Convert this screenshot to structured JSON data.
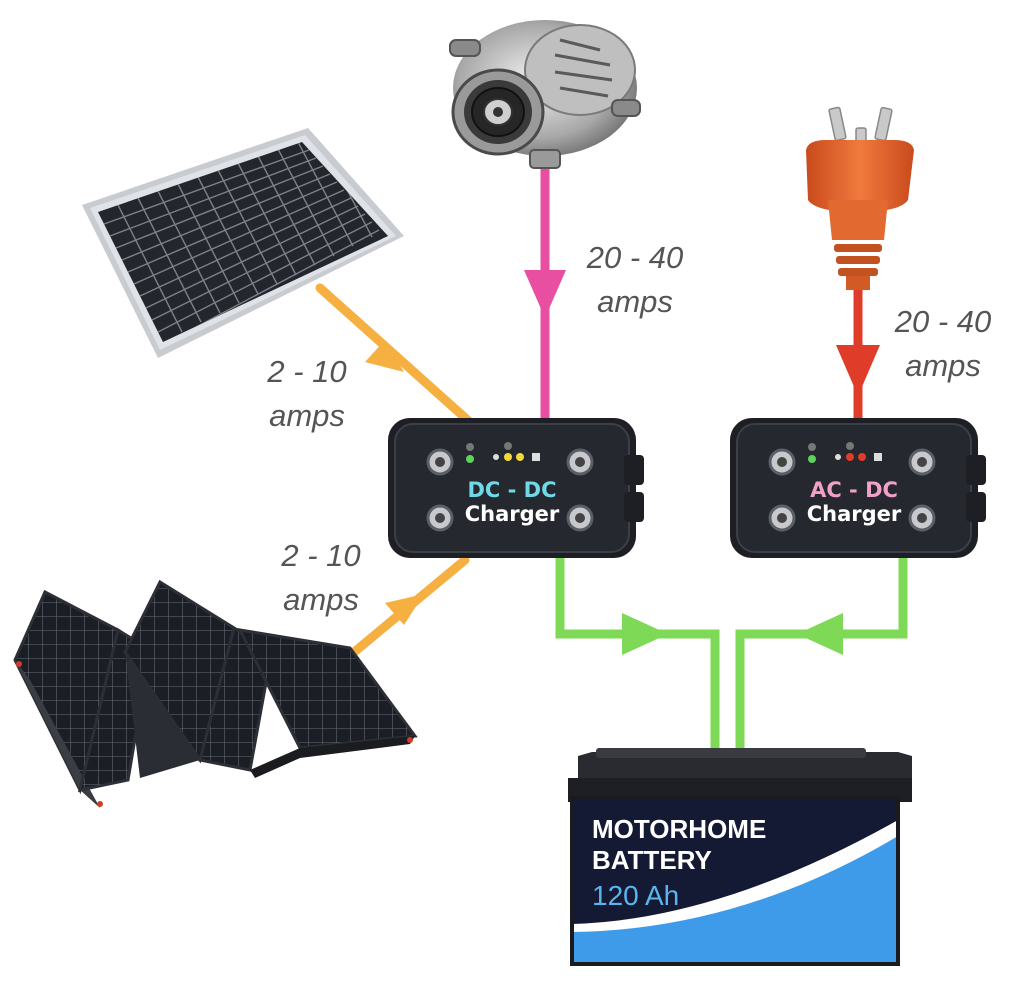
{
  "flows": {
    "solar_panel": {
      "line1": "2 - 10",
      "line2": "amps"
    },
    "folding_solar": {
      "line1": "2 - 10",
      "line2": "amps"
    },
    "alternator": {
      "line1": "20 - 40",
      "line2": "amps"
    },
    "mains": {
      "line1": "20 - 40",
      "line2": "amps"
    }
  },
  "chargers": {
    "dc_dc": {
      "title": "DC - DC",
      "subtitle": "Charger",
      "title_color": "#6fd9e8"
    },
    "ac_dc": {
      "title": "AC - DC",
      "subtitle": "Charger",
      "title_color": "#f2a0c8"
    }
  },
  "battery": {
    "line1": "MOTORHOME",
    "line2": "BATTERY",
    "capacity": "120 Ah"
  },
  "colors": {
    "solar": "#f5b041",
    "alternator": "#e84fa0",
    "mains": "#e03c2a",
    "output": "#7ed957",
    "battery_blue": "#3d9be9",
    "battery_navy": "#141a33"
  },
  "icons": [
    "solar-panel-icon",
    "folding-solar-panel-icon",
    "alternator-icon",
    "mains-plug-icon",
    "charger-device-icon",
    "battery-icon"
  ]
}
